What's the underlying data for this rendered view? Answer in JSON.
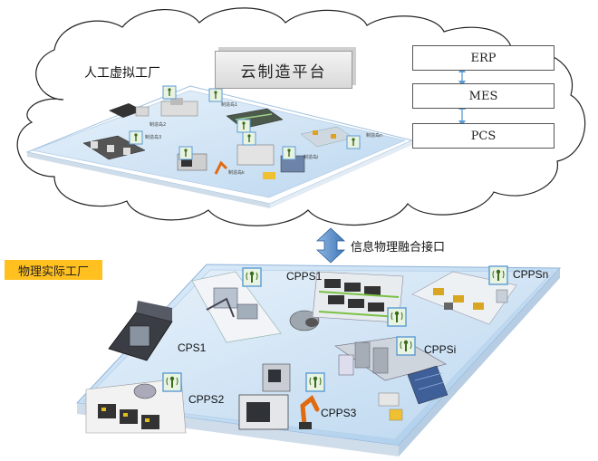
{
  "virtual_factory": {
    "label": "人工虚拟工厂",
    "platform": "云制造平台",
    "systems": [
      "ERP",
      "MES",
      "PCS"
    ],
    "mini_labels": [
      "制造岛1",
      "制造岛2",
      "制造岛3",
      "制造岛i",
      "制造岛n",
      "制造岛k"
    ]
  },
  "interface_label": "信息物理融合接口",
  "physical_factory": {
    "label": "物理实际工厂",
    "nodes": [
      "CPS1",
      "CPPS1",
      "CPPSn",
      "CPPSi",
      "CPPS2",
      "CPPS3"
    ]
  },
  "colors": {
    "cloud_stroke": "#222222",
    "platform_top": "#cfe3f5",
    "platform_edge": "#6fa8dc",
    "label_bg": "#ffc020",
    "sensor_frame": "#5b9bd5",
    "sensor_fill": "#e9f3e2",
    "sensor_icon": "#3a6b1c"
  }
}
